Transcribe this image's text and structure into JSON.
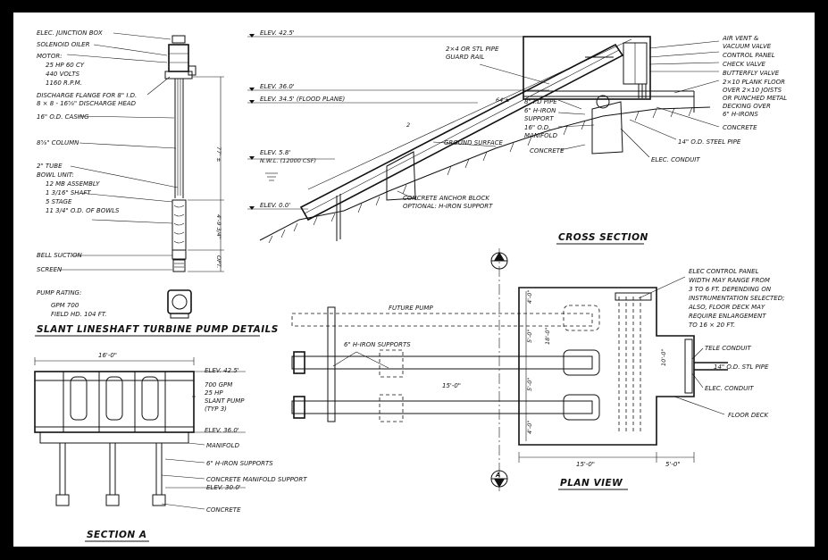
{
  "pump_details": {
    "title": "SLANT LINESHAFT TURBINE PUMP DETAILS",
    "labels": [
      "ELEC. JUNCTION BOX",
      "SOLENOID OILER",
      "MOTOR:",
      "25 HP  60 CY",
      "440 VOLTS",
      "1160 R.P.M.",
      "DISCHARGE FLANGE FOR 8\" I.D.",
      "8 × 8 - 16⅝\" DISCHARGE HEAD",
      "16\" O.D. CASING",
      "8⅝\" COLUMN",
      "2\" TUBE",
      "BOWL UNIT:",
      "12 MB ASSEMBLY",
      "1 3/16\" SHAFT",
      "5 STAGE",
      "11 3/4\" O.D. OF BOWLS",
      "BELL SUCTION",
      "SCREEN"
    ],
    "dims": [
      "77' ±",
      "4'-9 3/4\"",
      "OPT."
    ],
    "rating_title": "PUMP RATING:",
    "rating_gpm": "GPM 700",
    "rating_head": "FIELD HD. 104 FT."
  },
  "cross_section": {
    "title": "CROSS SECTION",
    "elevations": [
      "ELEV. 42.5'",
      "ELEV. 36.0'",
      "ELEV. 34.5'  (FLOOD PLANE)",
      "ELEV. 5.8'",
      "N.W.L. (12000 CSF)",
      "ELEV. 0.0'"
    ],
    "labels_left": [
      "2×4 OR STL PIPE",
      "GUARD RAIL",
      "GROUND SURFACE",
      "CONCRETE",
      "CONCRETE ANCHOR BLOCK",
      "OPTIONAL: H-IRON SUPPORT"
    ],
    "labels_mid": [
      "8\" I.D PIPE",
      "6\" H-IRON",
      "SUPPORT",
      "16\" O.D.",
      "MANIFOLD"
    ],
    "labels_right": [
      "AIR VENT &",
      "VACUUM VALVE",
      "CONTROL PANEL",
      "CHECK VALVE",
      "BUTTERFLY VALVE",
      "2×10 PLANK FLOOR",
      "OVER 2×10 JOISTS",
      "OR PUNCHED METAL",
      "DECKING OVER",
      "6\" H-IRONS",
      "CONCRETE",
      "14\" O.D. STEEL PIPE",
      "ELEC. CONDUIT"
    ],
    "dim_slope": "64'±",
    "dim_small": "2"
  },
  "section_a": {
    "title": "SECTION A",
    "width_dim": "16'-0\"",
    "labels": [
      "ELEV. 42.5'",
      "700 GPM",
      "25 HP",
      "SLANT PUMP",
      "(TYP 3)",
      "ELEV. 36.0'",
      "MANIFOLD",
      "6\" H-IRON SUPPORTS",
      "CONCRETE MANIFOLD SUPPORT",
      "ELEV. 30.0'",
      "CONCRETE"
    ]
  },
  "plan_view": {
    "title": "PLAN VIEW",
    "section_marker": "A",
    "labels": [
      "FUTURE PUMP",
      "6\" H-IRON SUPPORTS",
      "15'-0\"",
      "TELE CONDUIT",
      "14\" O.D. STL PIPE",
      "ELEC. CONDUIT",
      "FLOOR DECK"
    ],
    "panel_note": [
      "ELEC CONTROL PANEL",
      "WIDTH MAY RANGE FROM",
      "3 TO 6 FT. DEPENDING ON",
      "INSTRUMENTATION SELECTED;",
      "ALSO, FLOOR DECK MAY",
      "REQUIRE ENLARGEMENT",
      "TO 16 × 20 FT."
    ],
    "dims_left": [
      "4'-0\"",
      "5'-0\"",
      "18'-0\"",
      "5'-0\"",
      "4'-0\""
    ],
    "dims_bottom": [
      "15'-0\"",
      "5'-0\""
    ],
    "dim_right": "10'-0\""
  }
}
